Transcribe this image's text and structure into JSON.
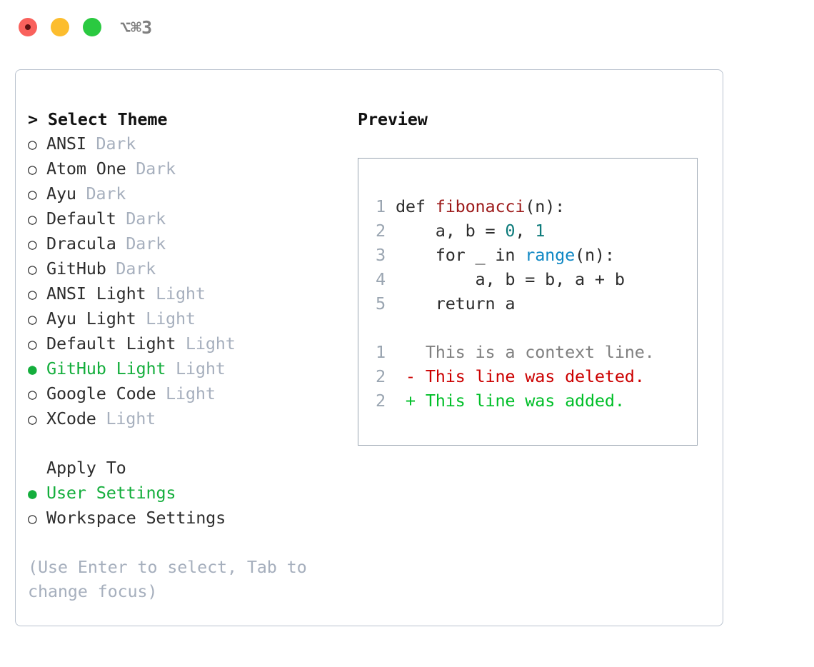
{
  "window": {
    "shortcut_label": "⌥⌘3",
    "traffic_lights": [
      {
        "name": "close",
        "color": "#f9615c"
      },
      {
        "name": "minimize",
        "color": "#fcbd2e"
      },
      {
        "name": "maximize",
        "color": "#2ac940"
      }
    ]
  },
  "theme_picker": {
    "title": "> Select Theme",
    "selected_theme": "GitHub Light",
    "selected_color": "#14ae3c",
    "muted_color": "#a6afbd",
    "items": [
      {
        "marker": "○",
        "label": "ANSI",
        "category": "Dark",
        "selected": false
      },
      {
        "marker": "○",
        "label": "Atom One",
        "category": "Dark",
        "selected": false
      },
      {
        "marker": "○",
        "label": "Ayu",
        "category": "Dark",
        "selected": false
      },
      {
        "marker": "○",
        "label": "Default",
        "category": "Dark",
        "selected": false
      },
      {
        "marker": "○",
        "label": "Dracula",
        "category": "Dark",
        "selected": false
      },
      {
        "marker": "○",
        "label": "GitHub",
        "category": "Dark",
        "selected": false
      },
      {
        "marker": "○",
        "label": "ANSI Light",
        "category": "Light",
        "selected": false
      },
      {
        "marker": "○",
        "label": "Ayu Light",
        "category": "Light",
        "selected": false
      },
      {
        "marker": "○",
        "label": "Default Light",
        "category": "Light",
        "selected": false
      },
      {
        "marker": "●",
        "label": "GitHub Light",
        "category": "Light",
        "selected": true
      },
      {
        "marker": "○",
        "label": "Google Code",
        "category": "Light",
        "selected": false
      },
      {
        "marker": "○",
        "label": "XCode",
        "category": "Light",
        "selected": false
      }
    ]
  },
  "apply_to": {
    "heading": "Apply To",
    "options": [
      {
        "marker": "●",
        "label": "User Settings",
        "selected": true
      },
      {
        "marker": "○",
        "label": "Workspace Settings",
        "selected": false
      }
    ]
  },
  "hint": "(Use Enter to select, Tab to change focus)",
  "preview": {
    "title": "Preview",
    "code_lines": [
      {
        "number": "1",
        "tokens": [
          {
            "text": "def ",
            "type": "kw"
          },
          {
            "text": "fibonacci",
            "type": "fn"
          },
          {
            "text": "(n):",
            "type": "plain"
          }
        ]
      },
      {
        "number": "2",
        "tokens": [
          {
            "text": "    a, b = ",
            "type": "plain"
          },
          {
            "text": "0",
            "type": "num"
          },
          {
            "text": ", ",
            "type": "plain"
          },
          {
            "text": "1",
            "type": "num"
          }
        ]
      },
      {
        "number": "3",
        "tokens": [
          {
            "text": "    for _ in ",
            "type": "kw"
          },
          {
            "text": "range",
            "type": "builtin"
          },
          {
            "text": "(n):",
            "type": "plain"
          }
        ]
      },
      {
        "number": "4",
        "tokens": [
          {
            "text": "        a, b = b, a + b",
            "type": "plain"
          }
        ]
      },
      {
        "number": "5",
        "tokens": [
          {
            "text": "    return a",
            "type": "kw"
          }
        ]
      }
    ],
    "diff_lines": [
      {
        "number": "1",
        "sign": " ",
        "text": "This is a context line.",
        "type": "ctx"
      },
      {
        "number": "2",
        "sign": "-",
        "text": "This line was deleted.",
        "type": "del"
      },
      {
        "number": "2",
        "sign": "+",
        "text": "This line was added.",
        "type": "add"
      }
    ],
    "colors": {
      "function": "#9d1a1a",
      "number": "#0d7b7b",
      "builtin": "#0e87c4",
      "line_number": "#9aa5b1",
      "diff_context": "#808080",
      "diff_deleted": "#cc0000",
      "diff_added": "#00bf28"
    }
  }
}
